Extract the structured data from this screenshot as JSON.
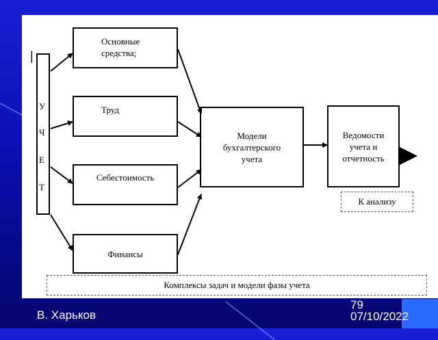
{
  "diagram": {
    "uchet_letters": [
      "У",
      "Ч",
      "Е",
      "Т"
    ],
    "bar_mark": "|",
    "inputs": [
      {
        "label": "Основные средства;"
      },
      {
        "label": "Труд"
      },
      {
        "label": "Себестоимость"
      },
      {
        "label": "Финансы"
      }
    ],
    "models_label": "Модели бухгалтерского учета",
    "reports_label": "Ведомости учета и отчетность",
    "analysis_label": "К анализу",
    "complex_label": "Комплексы задач и модели фазы учета"
  },
  "footer": {
    "author": "В. Харьков",
    "page_number": "79",
    "date": "07/10/2022"
  },
  "colors": {
    "background_top": "#1a1fd6",
    "background_bottom": "#05066e",
    "corner_accent": "#2a6bff"
  }
}
